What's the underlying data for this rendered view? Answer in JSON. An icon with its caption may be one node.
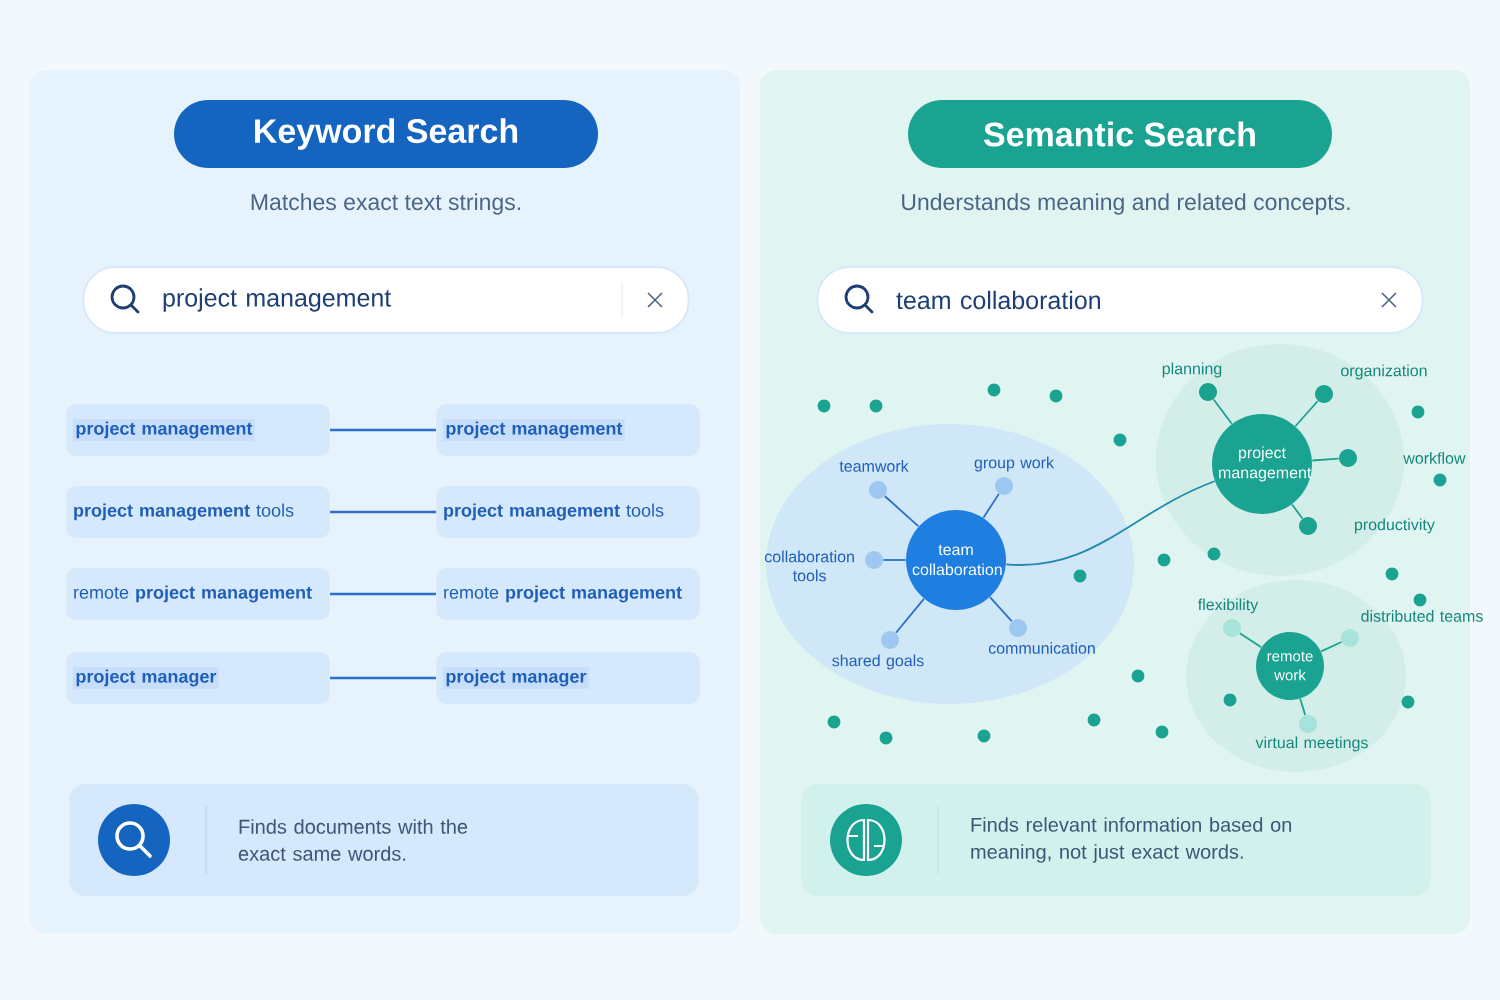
{
  "diagram": {
    "nodes": [
      {
        "text": [
          "Keyword Search"
        ]
      },
      {
        "text": [
          "Semantic Search"
        ]
      },
      {
        "text": [
          "project management"
        ]
      },
      {
        "text": [
          "team collaboration"
        ]
      },
      {
        "text": [
          "project management"
        ]
      },
      {
        "text": [
          "project management"
        ]
      },
      {
        "text": [
          "**project management** tools"
        ]
      },
      {
        "text": [
          "**project management** tools"
        ]
      },
      {
        "text": [
          "remote **project management**"
        ]
      },
      {
        "text": [
          "remote **project management**"
        ]
      },
      {
        "text": [
          "project manager"
        ]
      },
      {
        "text": [
          "project manager"
        ]
      },
      {
        "text": [
          "team collaboration"
        ]
      },
      {
        "text": [],
        "shape": "circle",
        "beside": [
          "teamwork"
        ]
      },
      {
        "text": [],
        "shape": "circle",
        "beside": [
          "group work"
        ]
      },
      {
        "text": [],
        "shape": "circle",
        "beside": [
          "collaboration tools"
        ]
      },
      {
        "text": [],
        "shape": "circle",
        "beside": [
          "shared goals"
        ]
      },
      {
        "text": [],
        "shape": "circle",
        "beside": [
          "communication"
        ]
      },
      {
        "text": [
          "project management"
        ]
      },
      {
        "text": [],
        "shape": "circle",
        "beside": [
          "planning"
        ]
      },
      {
        "text": [],
        "shape": "circle",
        "beside": [
          "organization"
        ]
      },
      {
        "text": [],
        "shape": "circle",
        "beside": [
          "workflow"
        ]
      },
      {
        "text": [],
        "shape": "circle",
        "beside": [
          "productivity"
        ]
      },
      {
        "text": [
          "remote work"
        ]
      },
      {
        "text": [],
        "shape": "circle",
        "beside": [
          "flexibility"
        ]
      },
      {
        "text": [],
        "shape": "circle",
        "beside": [
          "distributed teams"
        ]
      },
      {
        "text": [],
        "shape": "circle",
        "beside": [
          "virtual meetings"
        ]
      },
      {
        "text": [
          "Finds documents with the exact same words."
        ]
      },
      {
        "text": [
          "Finds relevant information based on meaning, not just exact words."
        ]
      }
    ],
    "edges": [
      {
        "from": 4,
        "to": 5,
        "arrow": "none"
      },
      {
        "from": 6,
        "to": 7,
        "arrow": "none"
      },
      {
        "from": 8,
        "to": 9,
        "arrow": "none"
      },
      {
        "from": 10,
        "to": 11,
        "arrow": "none"
      },
      {
        "from": 12,
        "to": 13,
        "arrow": "none"
      },
      {
        "from": 12,
        "to": 14,
        "arrow": "none"
      },
      {
        "from": 12,
        "to": 15,
        "arrow": "none"
      },
      {
        "from": 12,
        "to": 16,
        "arrow": "none"
      },
      {
        "from": 12,
        "to": 17,
        "arrow": "none"
      },
      {
        "from": 12,
        "to": 18,
        "arrow": "none",
        "color": "#1aa391"
      },
      {
        "from": 18,
        "to": 19,
        "arrow": "none",
        "color": "#1aa391"
      },
      {
        "from": 18,
        "to": 20,
        "arrow": "none",
        "color": "#1aa391"
      },
      {
        "from": 18,
        "to": 21,
        "arrow": "none",
        "color": "#1aa391"
      },
      {
        "from": 18,
        "to": 22,
        "arrow": "none",
        "color": "#1aa391"
      },
      {
        "from": 23,
        "to": 24,
        "arrow": "none",
        "color": "#1aa391"
      },
      {
        "from": 23,
        "to": 25,
        "arrow": "none",
        "color": "#1aa391"
      },
      {
        "from": 23,
        "to": 26,
        "arrow": "none",
        "color": "#1aa391"
      }
    ],
    "labels": [
      "Matches exact text strings.",
      "Understands meaning and related concepts."
    ]
  }
}
